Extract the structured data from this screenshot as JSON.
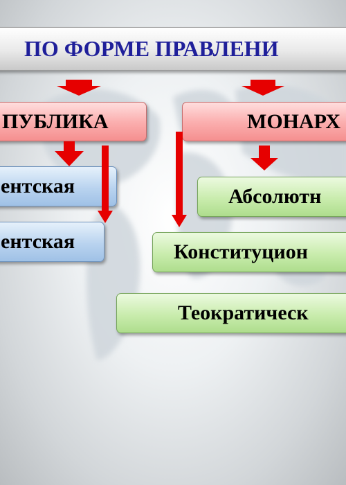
{
  "title": "ПО ФОРМЕ ПРАВЛЕНИ",
  "nodes": {
    "republic": "ПУБЛИКА",
    "monarchy": "МОНАРХ",
    "republic_type_1": "ентская",
    "republic_type_2": "ентская",
    "monarchy_type_1": "Абсолютн",
    "monarchy_type_2": "Конституцион",
    "monarchy_type_3": "Теократическ"
  },
  "colors": {
    "title_text": "#1f1f9a",
    "arrow": "#e60000",
    "red_box": "#f8a5a5",
    "blue_box": "#b3cdeb",
    "green_box": "#c3e8a5"
  }
}
